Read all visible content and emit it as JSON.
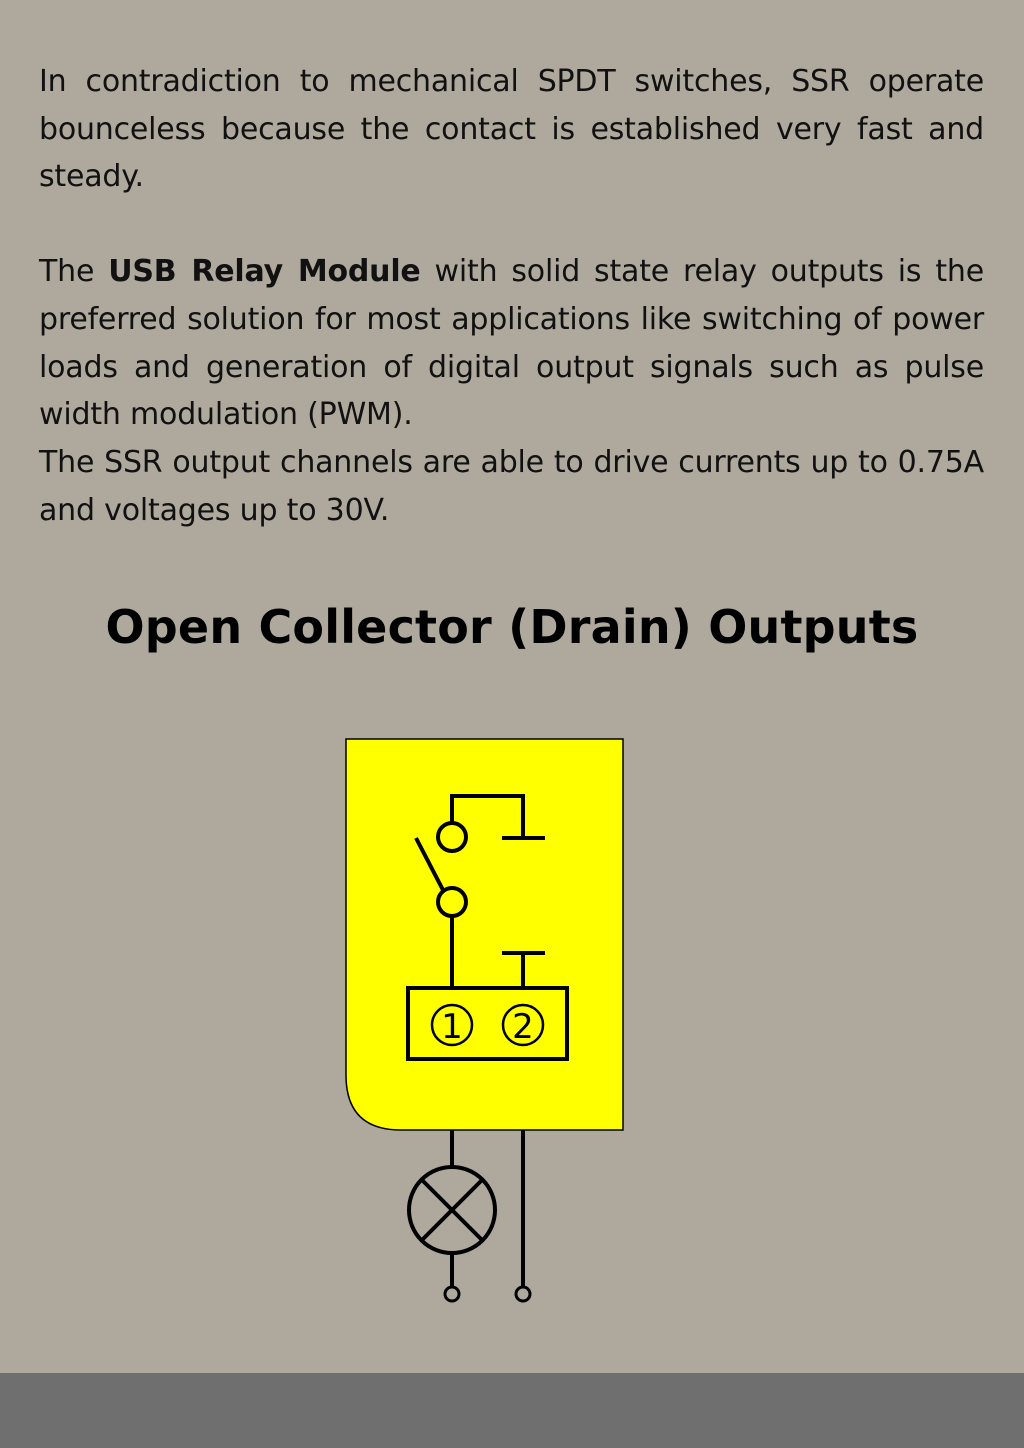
{
  "paragraphs": {
    "p1": "In contradiction to mechanical SPDT switches, SSR operate bounceless because the contact is established very fast and steady.",
    "p2_prefix": "The ",
    "p2_bold": "USB Relay Module",
    "p2_suffix": " with solid state relay outputs is the preferred solution for most applications like switching of power loads and generation of digital output signals such as pulse width modulation (PWM).",
    "p3": "The SSR output channels are able to drive currents up to 0.75A and voltages up to 30V."
  },
  "heading": "Open Collector (Drain) Outputs",
  "diagram": {
    "terminal_1": "1",
    "terminal_2": "2",
    "colors": {
      "module_fill": "#ffff00",
      "stroke": "#000000"
    }
  },
  "colors": {
    "background": "#afa89d",
    "footer": "#6f6f6f"
  }
}
